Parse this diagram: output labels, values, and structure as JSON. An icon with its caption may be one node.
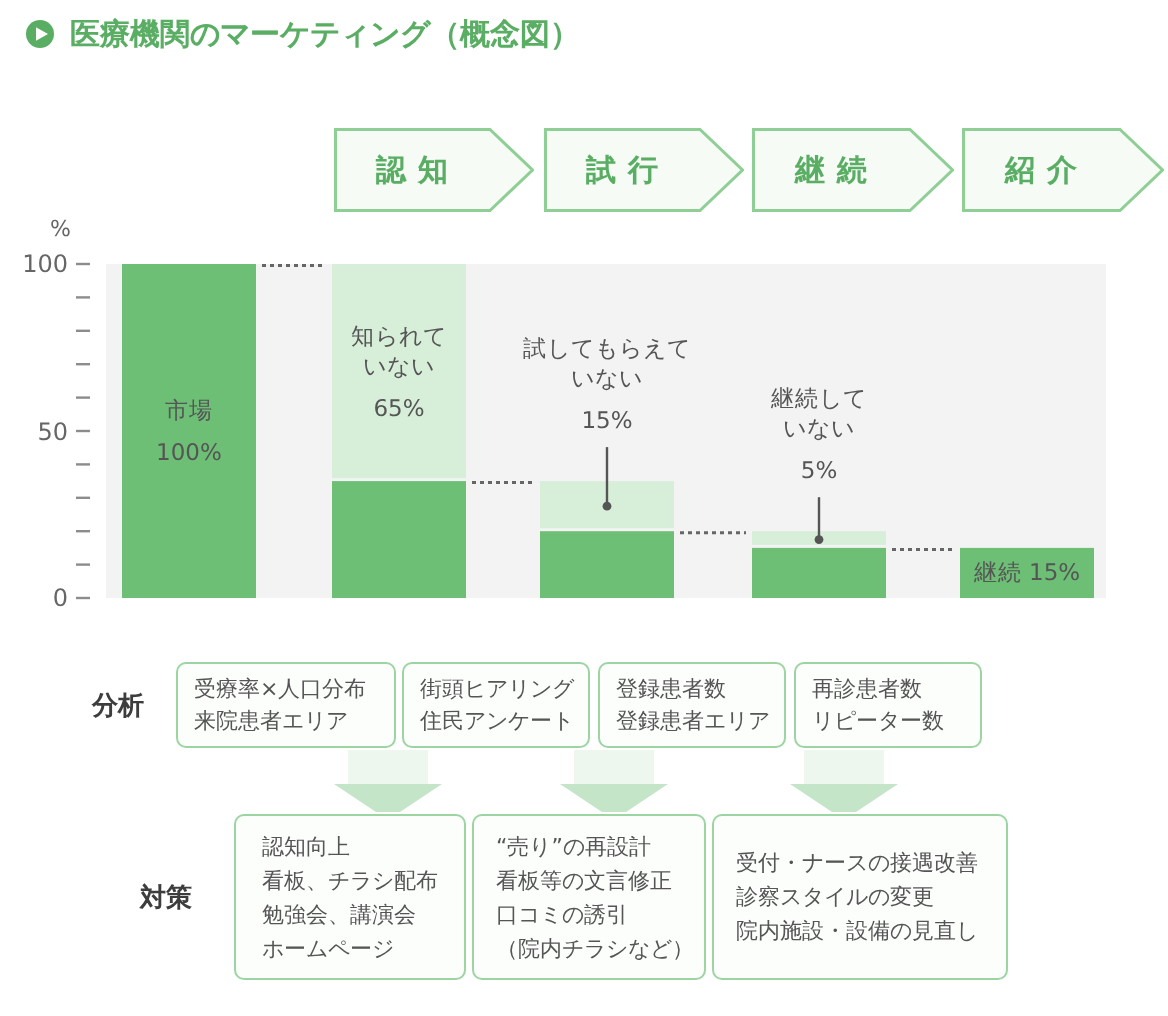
{
  "diagram": {
    "title": "医療機関のマーケティング（概念図）",
    "nodes": [
      {
        "text": [
          "認知"
        ]
      },
      {
        "text": [
          "試行"
        ]
      },
      {
        "text": [
          "継続"
        ]
      },
      {
        "text": [
          "紹介"
        ]
      },
      {
        "text": [
          "受療率×人口分布",
          "来院患者エリア"
        ]
      },
      {
        "text": [
          "街頭ヒアリング",
          "住民アンケート"
        ]
      },
      {
        "text": [
          "登録患者数",
          "登録患者エリア"
        ]
      },
      {
        "text": [
          "再診患者数",
          "リピーター数"
        ]
      },
      {
        "text": [
          "認知向上",
          "看板、チラシ配布",
          "勉強会、講演会",
          "ホームページ"
        ]
      },
      {
        "text": [
          "“売り”の再設計",
          "看板等の文言修正",
          "口コミの誘引",
          "（院内チラシなど）"
        ]
      },
      {
        "text": [
          "受付・ナースの接遇改善",
          "診察スタイルの変更",
          "院内施設・設備の見直し"
        ]
      }
    ],
    "edges": [
      {
        "from": 4,
        "to": 8,
        "arrow": "to"
      },
      {
        "from": 6,
        "to": 9,
        "arrow": "to"
      },
      {
        "from": 7,
        "to": 10,
        "arrow": "to"
      }
    ],
    "labels": [
      "分析",
      "対策"
    ],
    "chart_data": {
      "type": "bar",
      "ylabel": "%",
      "categories": [
        null,
        null,
        null,
        null,
        null
      ],
      "series": [
        {
          "color": "#6dbf75",
          "values": [
            100,
            35,
            20,
            15,
            15
          ]
        },
        {
          "color": "#d7efd9",
          "values": [
            null,
            65,
            15,
            5,
            null
          ]
        }
      ],
      "ylim": [
        0,
        100
      ],
      "yticks": [
        0,
        50,
        100
      ],
      "stacked": true,
      "annotations": [
        "市場",
        "100%",
        "知られていない",
        "65%",
        "試してもらえていない",
        "15%",
        "継続していない",
        "5%",
        "継続 15%"
      ]
    }
  }
}
